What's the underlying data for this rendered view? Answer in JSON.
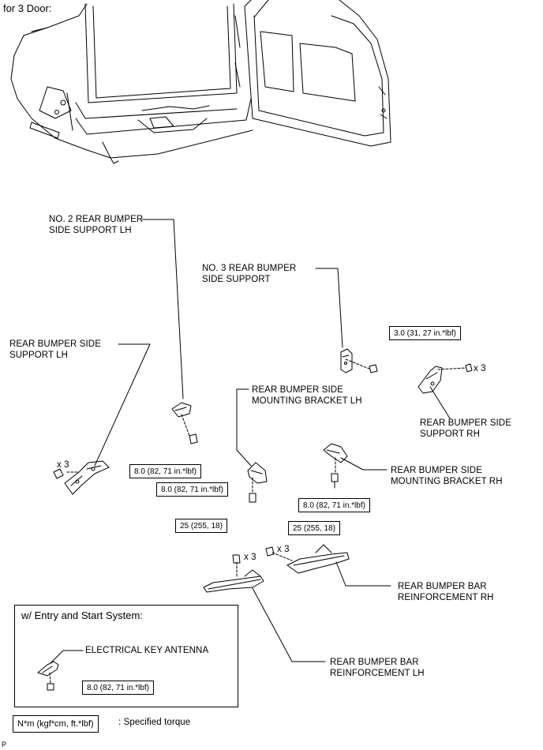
{
  "header": {
    "view_label": "for 3 Door:"
  },
  "parts": {
    "no2_side_support_lh": [
      "NO. 2 REAR BUMPER",
      "SIDE SUPPORT LH"
    ],
    "no3_side_support": [
      "NO. 3 REAR BUMPER",
      "SIDE SUPPORT"
    ],
    "side_support_lh": [
      "REAR BUMPER SIDE",
      "SUPPORT LH"
    ],
    "side_support_rh": [
      "REAR BUMPER SIDE",
      "SUPPORT RH"
    ],
    "mounting_bracket_lh": [
      "REAR BUMPER SIDE",
      "MOUNTING BRACKET LH"
    ],
    "mounting_bracket_rh": [
      "REAR BUMPER SIDE",
      "MOUNTING BRACKET RH"
    ],
    "reinforcement_rh": [
      "REAR BUMPER BAR",
      "REINFORCEMENT RH"
    ],
    "reinforcement_lh": [
      "REAR BUMPER BAR",
      "REINFORCEMENT LH"
    ],
    "key_antenna": "ELECTRICAL KEY ANTENNA"
  },
  "quantities": {
    "x3_support_lh": "x 3",
    "x3_support_rh": "x 3",
    "x3_reinf_lh": "x 3",
    "x3_reinf_rh": "x 3"
  },
  "torques": {
    "no3_support": "3.0 (31, 27 in.*lbf)",
    "no2_support": "8.0 (82, 71 in.*lbf)",
    "bracket_lh": "8.0 (82, 71 in.*lbf)",
    "bracket_rh": "8.0 (82, 71 in.*lbf)",
    "reinf_lh": "25 (255, 18)",
    "reinf_rh": "25 (255, 18)",
    "antenna": "8.0 (82, 71 in.*lbf)"
  },
  "inset": {
    "title": "w/ Entry and Start System:"
  },
  "legend": {
    "unit_box": "N*m (kgf*cm, ft.*lbf)",
    "description": ": Specified torque"
  },
  "footer": {
    "code": "P"
  }
}
